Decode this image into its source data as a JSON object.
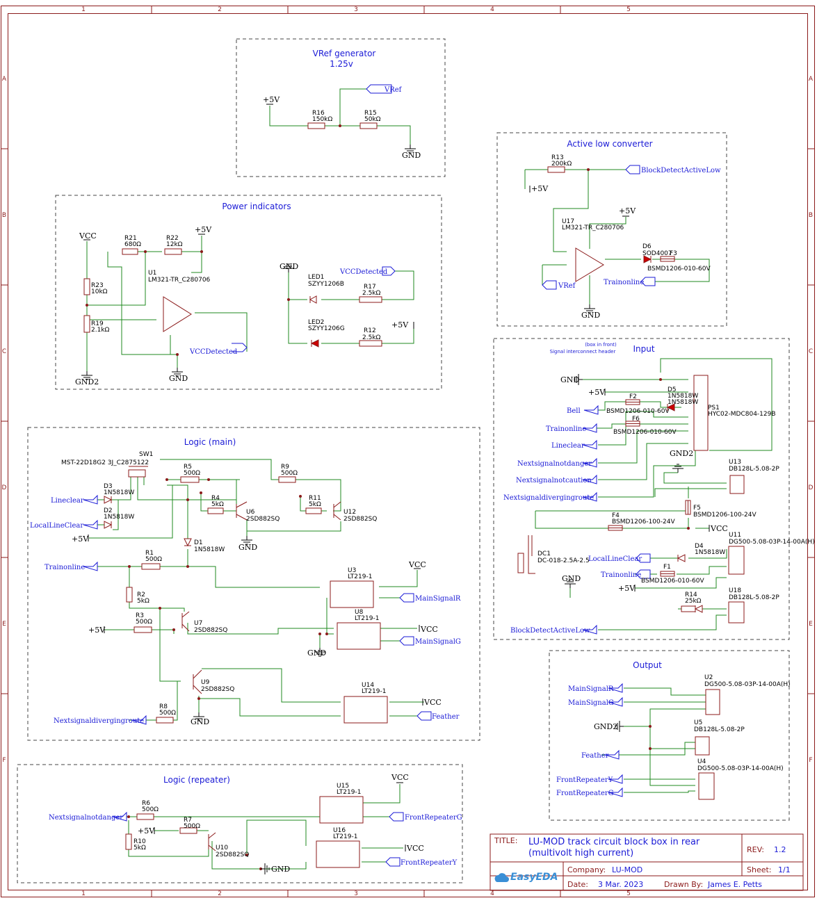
{
  "zones": {
    "cols": [
      "1",
      "2",
      "3",
      "4",
      "5"
    ],
    "rows": [
      "A",
      "B",
      "C",
      "D",
      "E",
      "F"
    ]
  },
  "blocks": {
    "vref": {
      "title": "VRef generator",
      "subtitle": "1.25v"
    },
    "power": {
      "title": "Power indicators"
    },
    "active_low": {
      "title": "Active low converter"
    },
    "input": {
      "title": "Input",
      "note1": "(box in front)",
      "note2": "Signal interconnect header"
    },
    "logic_main": {
      "title": "Logic (main)"
    },
    "logic_repeater": {
      "title": "Logic (repeater)"
    },
    "output": {
      "title": "Output"
    }
  },
  "components": {
    "R16": {
      "ref": "R16",
      "val": "150kΩ"
    },
    "R15": {
      "ref": "R15",
      "val": "50kΩ"
    },
    "R21": {
      "ref": "R21",
      "val": "680Ω"
    },
    "R22": {
      "ref": "R22",
      "val": "12kΩ"
    },
    "R23": {
      "ref": "R23",
      "val": "10kΩ"
    },
    "R19": {
      "ref": "R19",
      "val": "2.1kΩ"
    },
    "U1": {
      "ref": "U1",
      "val": "LM321-TR_C280706"
    },
    "LED1": {
      "ref": "LED1",
      "val": "SZYY1206B"
    },
    "LED2": {
      "ref": "LED2",
      "val": "SZYY1206G"
    },
    "R17": {
      "ref": "R17",
      "val": "2.5kΩ"
    },
    "R12": {
      "ref": "R12",
      "val": "2.5kΩ"
    },
    "R13": {
      "ref": "R13",
      "val": "200kΩ"
    },
    "U17": {
      "ref": "U17",
      "val": "LM321-TR_C280706"
    },
    "D6": {
      "ref": "D6",
      "val": "SOD4007"
    },
    "F3": {
      "ref": "F3",
      "val": "BSMD1206-010-60V"
    },
    "SW1": {
      "ref": "SW1",
      "val": "MST-22D18G2 3J_C2875122"
    },
    "D3": {
      "ref": "D3",
      "val": "1N5818W"
    },
    "D2": {
      "ref": "D2",
      "val": "1N5818W"
    },
    "R5": {
      "ref": "R5",
      "val": "500Ω"
    },
    "R9": {
      "ref": "R9",
      "val": "500Ω"
    },
    "R4": {
      "ref": "R4",
      "val": "5kΩ"
    },
    "R11": {
      "ref": "R11",
      "val": "5kΩ"
    },
    "U6": {
      "ref": "U6",
      "val": "2SD882SQ"
    },
    "U12": {
      "ref": "U12",
      "val": "2SD882SQ"
    },
    "D1": {
      "ref": "D1",
      "val": "1N5818W"
    },
    "R1": {
      "ref": "R1",
      "val": "500Ω"
    },
    "R2": {
      "ref": "R2",
      "val": "5kΩ"
    },
    "R3": {
      "ref": "R3",
      "val": "500Ω"
    },
    "U7": {
      "ref": "U7",
      "val": "2SD882SQ"
    },
    "U3": {
      "ref": "U3",
      "val": "LT219-1"
    },
    "U8": {
      "ref": "U8",
      "val": "LT219-1"
    },
    "U9": {
      "ref": "U9",
      "val": "2SD882SQ"
    },
    "R8": {
      "ref": "R8",
      "val": "500Ω"
    },
    "U14": {
      "ref": "U14",
      "val": "LT219-1"
    },
    "R6": {
      "ref": "R6",
      "val": "500Ω"
    },
    "R7": {
      "ref": "R7",
      "val": "500Ω"
    },
    "R10": {
      "ref": "R10",
      "val": "5kΩ"
    },
    "U10": {
      "ref": "U10",
      "val": "2SD882SQ"
    },
    "U15": {
      "ref": "U15",
      "val": "LT219-1"
    },
    "U16": {
      "ref": "U16",
      "val": "LT219-1"
    },
    "PS1": {
      "ref": "PS1",
      "val": "HYC02-MDC804-129B"
    },
    "D5": {
      "ref": "D5",
      "val": "1N5818W"
    },
    "D7": {
      "ref": "",
      "val": "1N5818W"
    },
    "F2": {
      "ref": "F2",
      "val": "BSMD1206-010-60V"
    },
    "F6": {
      "ref": "F6",
      "val": "BSMD1206-010-60V"
    },
    "U13": {
      "ref": "U13",
      "val": "DB128L-5.08-2P"
    },
    "F5": {
      "ref": "F5",
      "val": "BSMD1206-100-24V"
    },
    "F4": {
      "ref": "F4",
      "val": "BSMD1206-100-24V"
    },
    "DC1": {
      "ref": "DC1",
      "val": "DC-018-2.5A-2.5"
    },
    "U11": {
      "ref": "U11",
      "val": "DG500-5.08-03P-14-00A(H)"
    },
    "D4": {
      "ref": "D4",
      "val": "1N5818W"
    },
    "F1": {
      "ref": "F1",
      "val": "BSMD1206-010-60V"
    },
    "R14": {
      "ref": "R14",
      "val": "25kΩ"
    },
    "U18": {
      "ref": "U18",
      "val": "DB128L-5.08-2P"
    },
    "U2": {
      "ref": "U2",
      "val": "DG500-5.08-03P-14-00A(H)"
    },
    "U5": {
      "ref": "U5",
      "val": "DB128L-5.08-2P"
    },
    "U4": {
      "ref": "U4",
      "val": "DG500-5.08-03P-14-00A(H)"
    }
  },
  "nets": {
    "vref": "VRef",
    "vcc_detected": "VCCDetected",
    "block_detect_active_low": "BlockDetectActiveLow",
    "trainonline": "Trainonline",
    "lineclear": "Lineclear",
    "local_line_clear": "LocalLineClear",
    "main_signal_r": "MainSignalR",
    "main_signal_g": "MainSignalG",
    "next_signal_diverging_route": "Nextsignaldivergingroute",
    "feather": "Feather",
    "next_signal_not_danger": "Nextsignalnotdanger",
    "front_repeater_g": "FrontRepeaterG",
    "front_repeater_y": "FrontRepeaterY",
    "bell": "Bell",
    "next_signal_not_caution": "Nextsignalnotcaution"
  },
  "power": {
    "p5v": "+5V",
    "gnd": "GND",
    "gnd2": "GND2",
    "vcc": "VCC"
  },
  "title_block": {
    "title_label": "TITLE:",
    "title": "LU-MOD track circuit block box in rear",
    "subtitle": "(multivolt high current)",
    "rev_label": "REV:",
    "rev": "1.2",
    "company_label": "Company:",
    "company": "LU-MOD",
    "sheet_label": "Sheet:",
    "sheet": "1/1",
    "date_label": "Date:",
    "date": "3 Mar. 2023",
    "drawn_label": "Drawn By:",
    "drawn_by": "James E. Petts",
    "logo": "EasyEDA"
  }
}
